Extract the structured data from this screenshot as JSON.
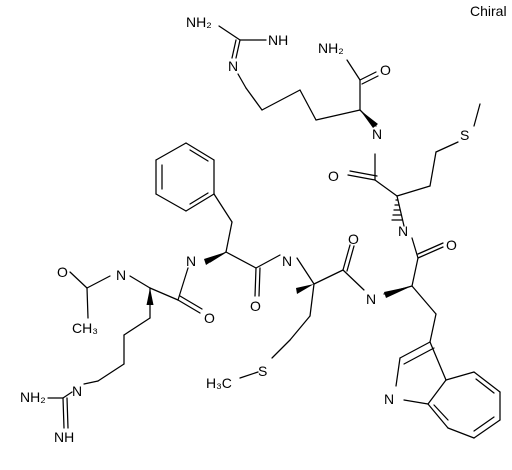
{
  "chirality_label": "Chiral",
  "colors": {
    "bond": "#000000",
    "atom_text": "#000000",
    "background": "#ffffff"
  },
  "labels": {
    "ac_o": "O",
    "ac_nh": "N",
    "ac_ch3": "CH₃",
    "arg1_o": "O",
    "arg1_guan_n": "N",
    "arg1_guan_nh2": "NH₂",
    "arg1_guan_nh": "NH",
    "phe_nh": "N",
    "phe_o": "O",
    "met1_nh": "N",
    "met1_o": "O",
    "met1_s": "S",
    "met1_sch3": "H₃C",
    "trp_nh": "N",
    "trp_o": "O",
    "trp_indole_nh": "N",
    "met2_nh": "N",
    "met2_o": "O",
    "met2_s": "S",
    "arg2_nh": "N",
    "arg2_amide_nh2": "NH₂",
    "arg2_amide_o": "O",
    "arg2_guan_n": "N",
    "arg2_guan_nh2": "NH₂",
    "arg2_guan_nh": "NH"
  }
}
